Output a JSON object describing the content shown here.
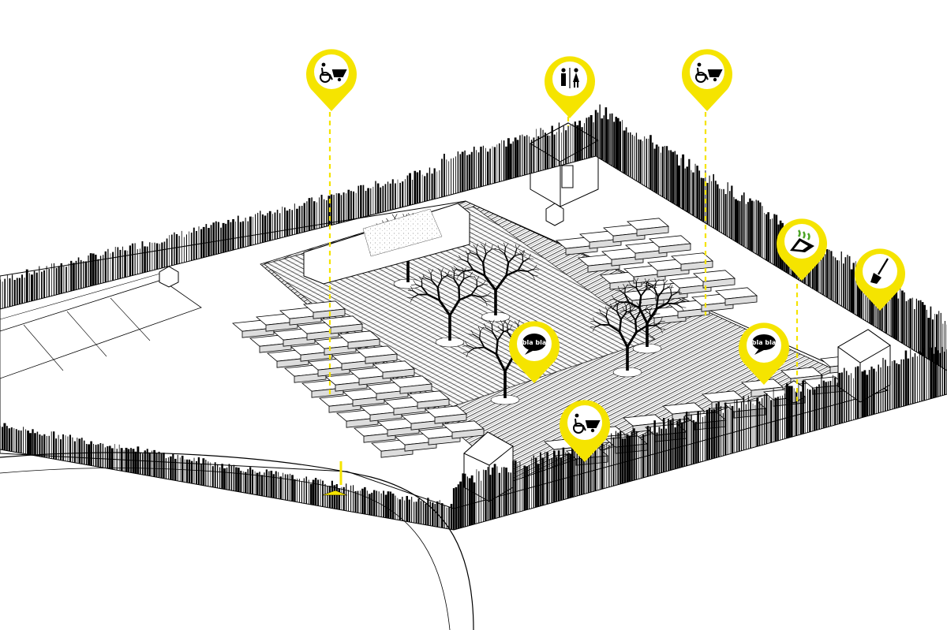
{
  "diagram": {
    "style": "isometric-line-drawing",
    "background_color": "#ffffff",
    "line_color": "#000000",
    "accent_color": "#f5e400",
    "icon_color": "#000000"
  },
  "pins": [
    {
      "id": "pin-accessible-garden-1",
      "icon": "wheelchair-wheelbarrow-icon",
      "text": ""
    },
    {
      "id": "pin-restrooms",
      "icon": "restroom-icon",
      "text": ""
    },
    {
      "id": "pin-accessible-garden-2",
      "icon": "wheelchair-wheelbarrow-icon",
      "text": ""
    },
    {
      "id": "pin-compost",
      "icon": "compost-bin-icon",
      "text": ""
    },
    {
      "id": "pin-tools",
      "icon": "shovel-icon",
      "text": ""
    },
    {
      "id": "pin-meeting-1",
      "icon": "speech-bubble-icon",
      "text": "bla bla"
    },
    {
      "id": "pin-meeting-2",
      "icon": "speech-bubble-icon",
      "text": "bla bla"
    },
    {
      "id": "pin-accessible-garden-3",
      "icon": "wheelchair-wheelbarrow-icon",
      "text": ""
    }
  ]
}
